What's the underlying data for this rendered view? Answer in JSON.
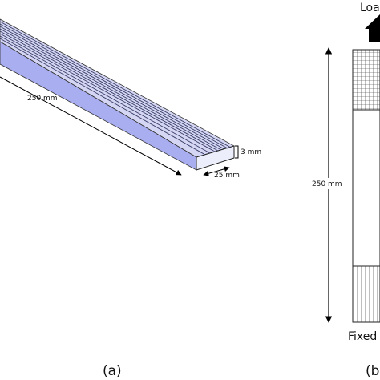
{
  "panel_a": {
    "length_label": "250 mm",
    "thickness_label": "3 mm",
    "width_label": "25 mm",
    "caption": "(a)",
    "colors": {
      "top_face": "#d4d6f3",
      "front_face": "#a9aef0",
      "end_face": "#eceffb",
      "grooves": "#3a3d66"
    }
  },
  "panel_b": {
    "top_text": "Loa",
    "length_label": "250 mm",
    "bottom_text": "Fixed",
    "caption": "(b"
  }
}
